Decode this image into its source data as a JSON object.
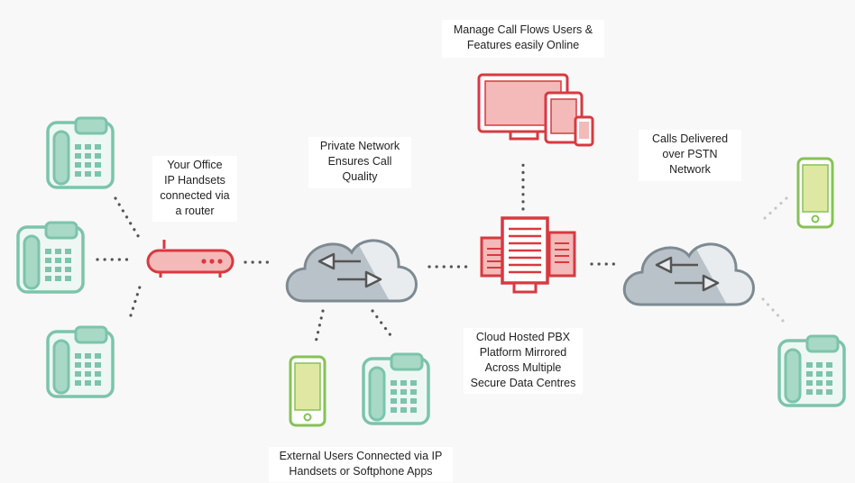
{
  "labels": {
    "office": [
      "Your Office",
      "IP Handsets",
      "connected via",
      "a router"
    ],
    "private_network": [
      "Private Network",
      "Ensures Call",
      "Quality"
    ],
    "manage": [
      "Manage Call Flows Users &",
      "Features easily Online"
    ],
    "pstn": [
      "Calls Delivered",
      "over PSTN",
      "Network"
    ],
    "pbx": [
      "Cloud Hosted PBX",
      "Platform Mirrored",
      "Across Multiple",
      "Secure Data Centres"
    ],
    "external": [
      "External Users Connected via IP",
      "Handsets or Softphone Apps"
    ]
  },
  "colors": {
    "phone_teal": "#7cc4ab",
    "red": "#d9393f",
    "red_fill": "#f4b9b9",
    "cloud_light": "#e9ecee",
    "cloud_dark": "#b9c2c8",
    "cloud_stroke": "#7e8a92",
    "mobile_green": "#86c255",
    "mobile_fill": "#dfe8a2",
    "dots": "#555555",
    "dots_light": "#c4c8cc"
  }
}
